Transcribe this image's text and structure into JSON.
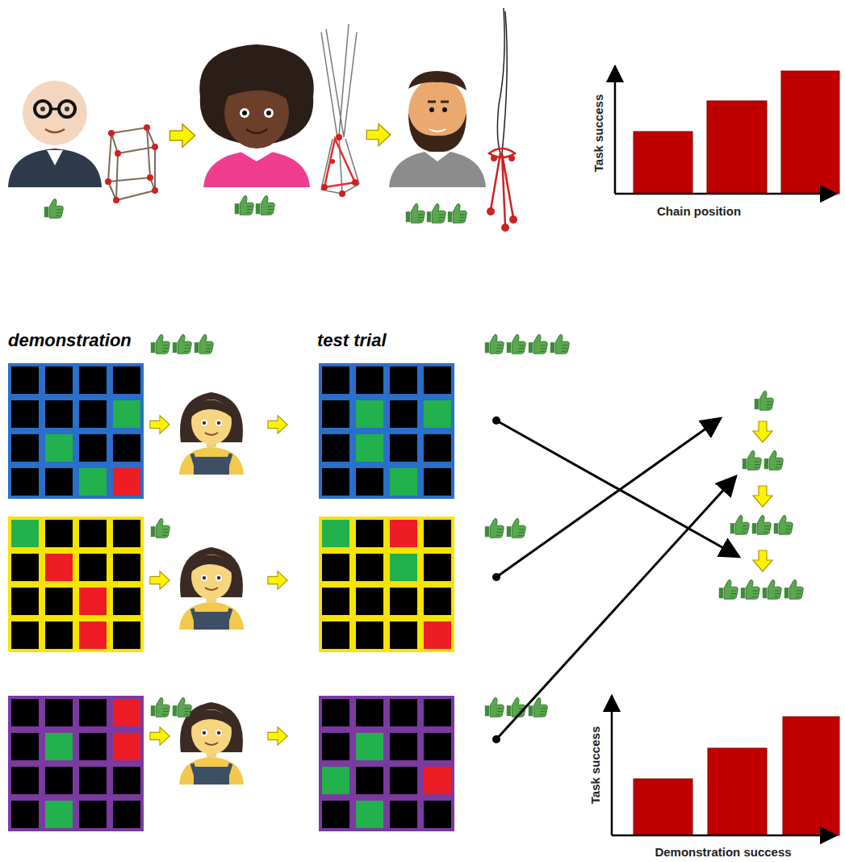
{
  "diagram": {
    "labels": [
      "Task success",
      "Chain position",
      "demonstration",
      "test trial",
      "Task success",
      "Demonstration success"
    ]
  }
}
